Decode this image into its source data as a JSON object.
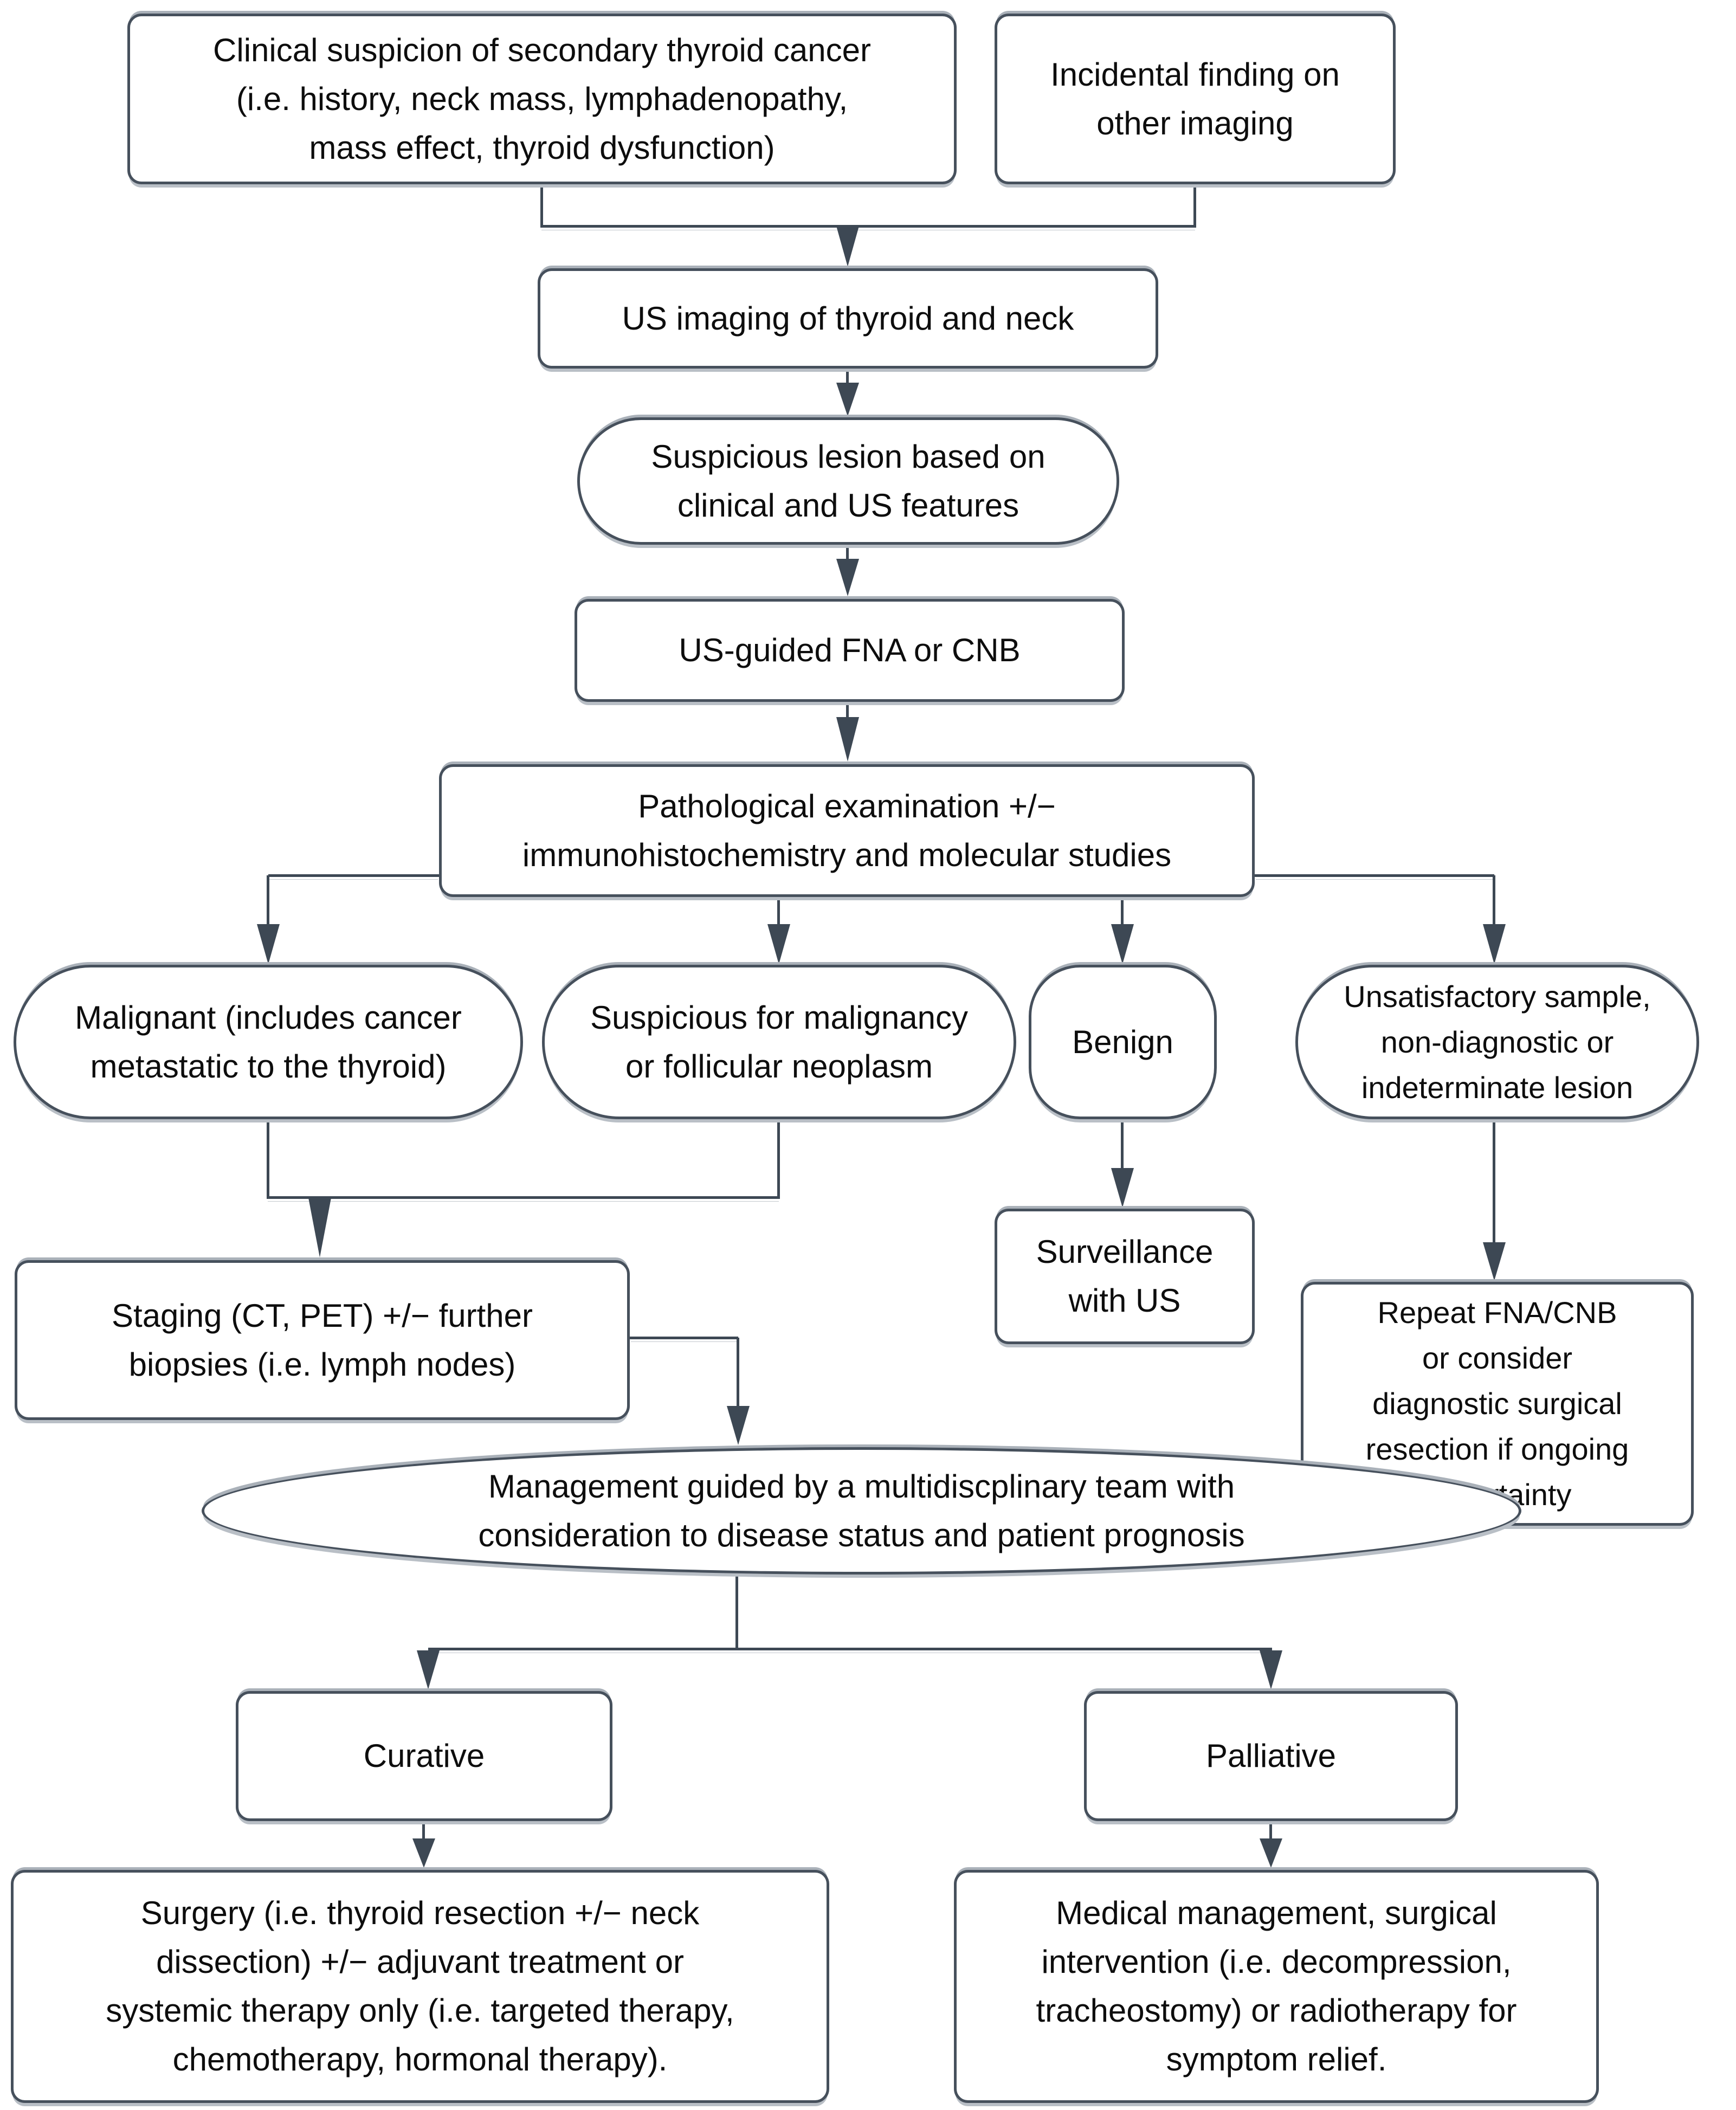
{
  "diagram": {
    "background_color": "#ffffff",
    "node_fill_color": "#ffffff",
    "stroke_color": "#46505c",
    "connector_color": "#3d4854",
    "shadow_color": "#b9bfc6",
    "text_color": "#0d0d0d"
  },
  "nodes": {
    "clinical_suspicion": {
      "shape": "rounded-rectangle",
      "label": "Clinical suspicion of secondary thyroid cancer\n(i.e. history, neck mass, lymphadenopathy,\nmass effect, thyroid dysfunction)"
    },
    "incidental_finding": {
      "shape": "rounded-rectangle",
      "label": "Incidental finding on\nother imaging"
    },
    "us_imaging": {
      "shape": "rounded-rectangle",
      "label": "US imaging of thyroid and neck"
    },
    "suspicious_lesion": {
      "shape": "stadium",
      "label": "Suspicious lesion based on\nclinical and US features"
    },
    "us_guided_fna": {
      "shape": "rounded-rectangle",
      "label": "US-guided FNA or CNB"
    },
    "pathology": {
      "shape": "rounded-rectangle",
      "label": "Pathological examination +/−\nimmunohistochemistry and molecular studies"
    },
    "malignant": {
      "shape": "stadium",
      "label": "Malignant (includes cancer\nmetastatic to the thyroid)"
    },
    "suspicious_for_malignancy": {
      "shape": "stadium",
      "label": "Suspicious for malignancy\nor follicular neoplasm"
    },
    "benign": {
      "shape": "rounded-barrel",
      "label": "Benign"
    },
    "unsatisfactory_sample": {
      "shape": "stadium",
      "label": "Unsatisfactory sample,\nnon-diagnostic or\nindeterminate lesion"
    },
    "staging": {
      "shape": "rounded-rectangle",
      "label": "Staging (CT, PET) +/− further\nbiopsies (i.e. lymph nodes)"
    },
    "surveillance": {
      "shape": "rounded-rectangle",
      "label": "Surveillance\nwith US"
    },
    "repeat_fna": {
      "shape": "rounded-rectangle",
      "label": "Repeat FNA/CNB\nor consider\ndiagnostic surgical\nresection if ongoing\nuncertainty"
    },
    "management": {
      "shape": "ellipse",
      "label": "Management guided by a multidiscplinary team with\nconsideration to disease status and patient prognosis"
    },
    "curative": {
      "shape": "rounded-rectangle",
      "label": "Curative"
    },
    "palliative": {
      "shape": "rounded-rectangle",
      "label": "Palliative"
    },
    "surgery": {
      "shape": "rounded-rectangle",
      "label": "Surgery (i.e. thyroid resection +/− neck\ndissection) +/− adjuvant treatment or\nsystemic therapy only (i.e. targeted therapy,\nchemotherapy, hormonal therapy)."
    },
    "medical_management": {
      "shape": "rounded-rectangle",
      "label": "Medical management, surgical\nintervention (i.e. decompression,\ntracheostomy) or radiotherapy for\nsymptom relief."
    }
  },
  "edges": [
    {
      "from": "clinical_suspicion",
      "to": "us_imaging"
    },
    {
      "from": "incidental_finding",
      "to": "us_imaging"
    },
    {
      "from": "us_imaging",
      "to": "suspicious_lesion"
    },
    {
      "from": "suspicious_lesion",
      "to": "us_guided_fna"
    },
    {
      "from": "us_guided_fna",
      "to": "pathology"
    },
    {
      "from": "pathology",
      "to": "malignant"
    },
    {
      "from": "pathology",
      "to": "suspicious_for_malignancy"
    },
    {
      "from": "pathology",
      "to": "benign"
    },
    {
      "from": "pathology",
      "to": "unsatisfactory_sample"
    },
    {
      "from": "malignant",
      "to": "staging"
    },
    {
      "from": "suspicious_for_malignancy",
      "to": "staging"
    },
    {
      "from": "benign",
      "to": "surveillance"
    },
    {
      "from": "unsatisfactory_sample",
      "to": "repeat_fna"
    },
    {
      "from": "staging",
      "to": "management"
    },
    {
      "from": "management",
      "to": "curative"
    },
    {
      "from": "management",
      "to": "palliative"
    },
    {
      "from": "curative",
      "to": "surgery"
    },
    {
      "from": "palliative",
      "to": "medical_management"
    }
  ]
}
